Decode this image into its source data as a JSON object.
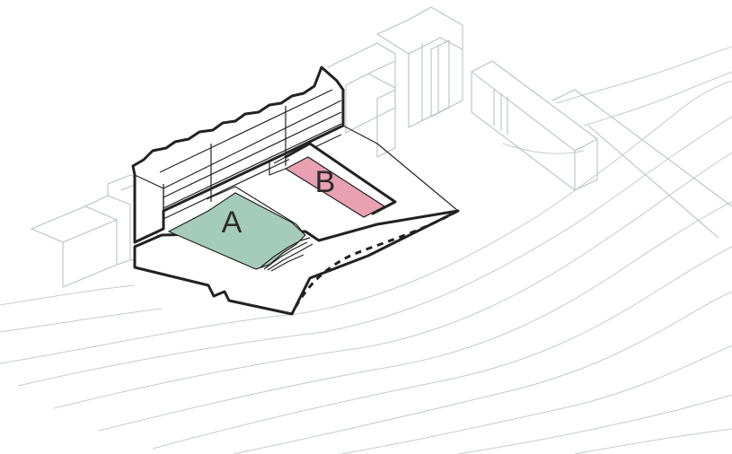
{
  "colors": {
    "zone_a": "#a5cbbb",
    "zone_b": "#e8a1b2",
    "outline": "#222222",
    "context": "#b9c3be"
  },
  "zones": [
    {
      "id": "a",
      "label": "A"
    },
    {
      "id": "b",
      "label": "B"
    }
  ]
}
